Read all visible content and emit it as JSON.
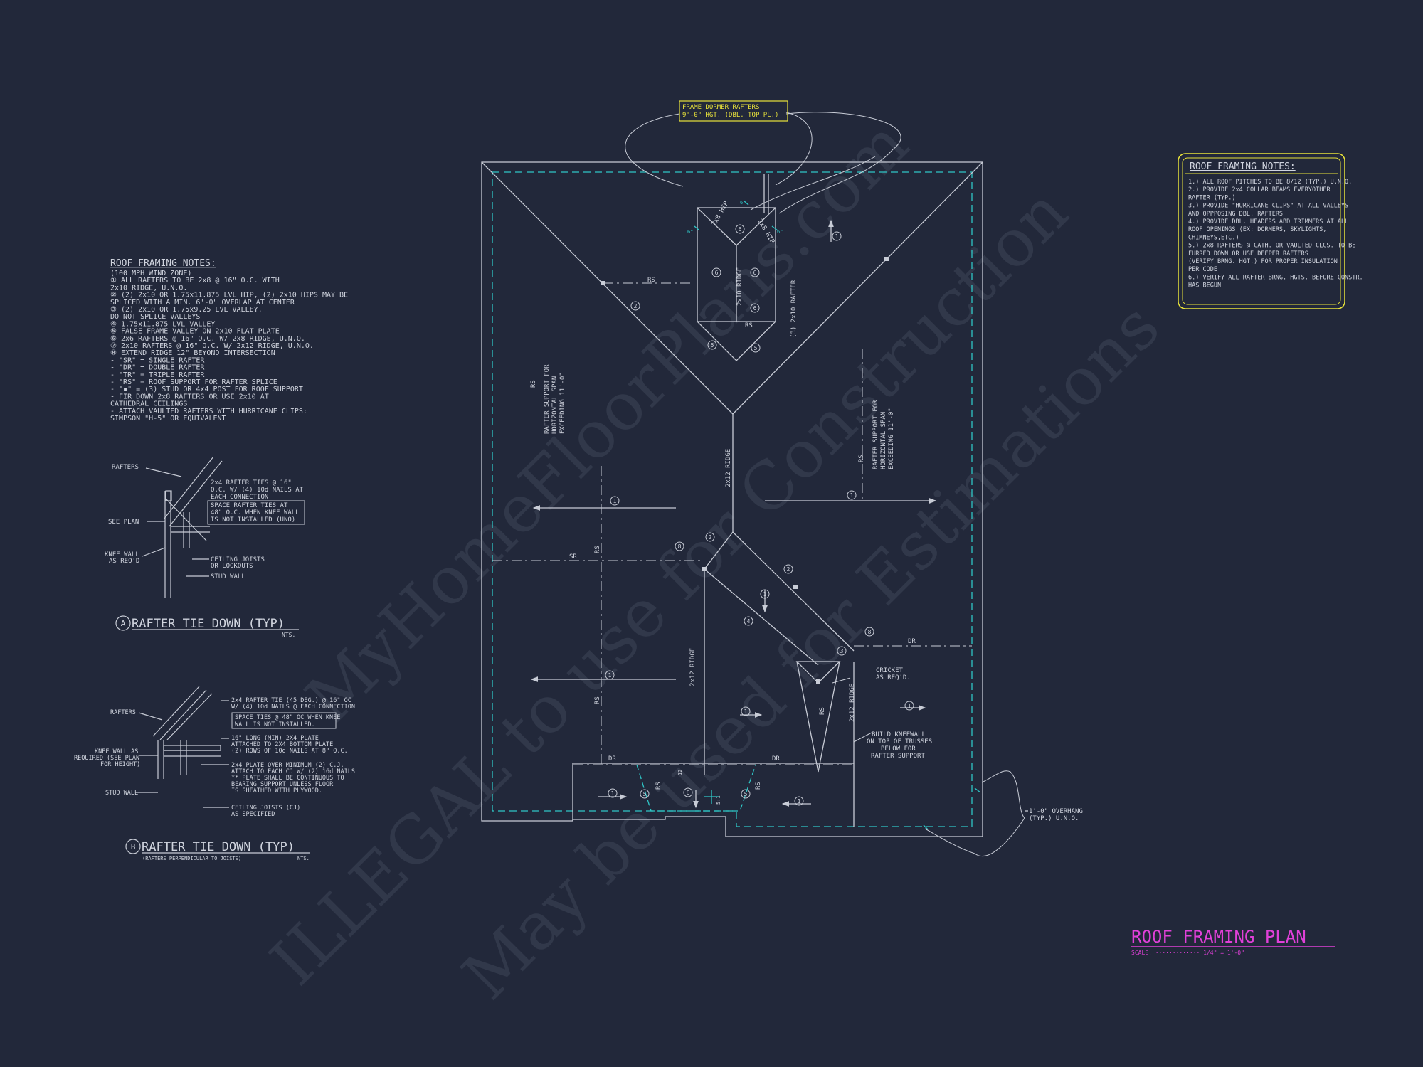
{
  "notes_left": {
    "title": "ROOF FRAMING NOTES:",
    "lines": [
      "(100 MPH WIND ZONE)",
      "① ALL RAFTERS TO BE 2x8 @ 16\" O.C. WITH",
      "   2x10 RIDGE, U.N.O.",
      "② (2) 2x10 OR 1.75x11.875 LVL HIP, (2) 2x10 HIPS MAY BE",
      "   SPLICED WITH A MIN. 6'-0\" OVERLAP AT CENTER",
      "③ (2) 2x10 OR 1.75x9.25 LVL VALLEY.",
      "   DO NOT SPLICE VALLEYS",
      "④ 1.75x11.875 LVL VALLEY",
      "⑤ FALSE FRAME VALLEY ON 2x10 FLAT PLATE",
      "⑥ 2x6 RAFTERS @ 16\" O.C. W/ 2x8 RIDGE, U.N.O.",
      "⑦ 2x10 RAFTERS @ 16\" O.C. W/ 2x12 RIDGE, U.N.O.",
      "⑧ EXTEND RIDGE 12\" BEYOND INTERSECTION",
      "-  \"SR\" = SINGLE RAFTER",
      "-  \"DR\" = DOUBLE RAFTER",
      "-  \"TR\" = TRIPLE RAFTER",
      "-  \"RS\" = ROOF SUPPORT FOR RAFTER SPLICE",
      "-  \"▪\" = (3) STUD OR 4x4 POST FOR ROOF SUPPORT",
      "-  FIR DOWN 2x8 RAFTERS OR USE 2x10 AT",
      "   CATHEDRAL CEILINGS",
      "-  ATTACH VAULTED RAFTERS WITH HURRICANE CLIPS:",
      "   SIMPSON \"H-5\" OR EQUIVALENT"
    ]
  },
  "notes_right": {
    "title": "ROOF FRAMING NOTES:",
    "lines": [
      "1.) ALL ROOF PITCHES TO BE  8/12 (TYP.) U.N.O.",
      "2.) PROVIDE 2x4 COLLAR BEAMS EVERYOTHER",
      "     RAFTER (TYP.)",
      "3.) PROVIDE \"HURRICANE CLIPS\" AT ALL VALLEYS",
      "     AND OPPPOSING DBL. RAFTERS",
      "4.) PROVIDE DBL. HEADERS ABD TRIMMERS AT ALL",
      "     ROOF OPENINGS (EX: DORMERS, SKYLIGHTS,",
      "     CHIMNEYS,ETC.)",
      "5.) 2x8 RAFTERS @ CATH. OR VAULTED CLGS. TO BE",
      "     FURRED DOWN OR USE DEEPER RAFTERS",
      "     (VERIFY BRNG. HGT.) FOR PROPER INSULATION",
      "     PER CODE",
      "6.) VERIFY ALL RAFTER BRNG. HGTS. BEFORE CONSTR.",
      "     HAS BEGUN"
    ]
  },
  "detail_a": {
    "title": "RAFTER TIE DOWN (TYP)",
    "marker": "A",
    "nts": "NTS.",
    "labels": {
      "rafters": "RAFTERS",
      "ties1": "2x4 RAFTER TIES @ 16\"",
      "ties2": "O.C. W/ (4) 10d NAILS AT",
      "ties3": "EACH CONNECTION",
      "space1": "SPACE RAFTER TIES AT",
      "space2": "48\" O.C. WHEN KNEE WALL",
      "space3": "IS NOT INSTALLED (UNO)",
      "see_plan": "SEE PLAN",
      "knee1": "KNEE WALL",
      "knee2": "AS REQ'D",
      "joists1": "CEILING JOISTS",
      "joists2": "OR LOOKOUTS",
      "stud": "STUD WALL"
    }
  },
  "detail_b": {
    "title": "RAFTER TIE DOWN (TYP)",
    "marker": "B",
    "subtitle": "(RAFTERS PERPENDICULAR TO JOISTS)",
    "nts": "NTS.",
    "labels": {
      "rafters": "RAFTERS",
      "ties1": "2x4 RAFTER TIE (45 DEG.) @ 16\" OC",
      "ties2": "W/ (4) 10d NAILS @ EACH CONNECTION",
      "space1": "SPACE TIES @ 48\" OC WHEN KNEE",
      "space2": "WALL IS NOT INSTALLED.",
      "plate1": "16\" LONG (MIN) 2X4 PLATE",
      "plate2": "ATTACHED TO 2X4 BOTTOM PLATE",
      "plate3": "(2) ROWS OF 10d NAILS AT 8\" O.C.",
      "knee1": "KNEE WALL AS",
      "knee2": "REQUIRED (SEE PLAN",
      "knee3": "FOR HEIGHT)",
      "p1": "2x4 PLATE OVER MINIMUM (2) C.J.",
      "p2": "ATTACH TO EACH CJ W/ (2) 16d NAILS",
      "p3": "** PLATE SHALL BE CONTINUOUS TO",
      "p4": "BEARING SUPPORT UNLESS FLOOR",
      "p5": "IS SHEATHED WITH PLYWOOD.",
      "stud": "STUD WALL",
      "cj1": "CEILING JOISTS (CJ)",
      "cj2": "AS SPECIFIED"
    }
  },
  "plan": {
    "dormer_tag1": "FRAME DORMER RAFTERS",
    "dormer_tag2": "9'-0\" HGT. (DBL. TOP PL.)",
    "ridge_2x12": "2x12 RIDGE",
    "ridge_2x10": "2x10 RIDGE",
    "ridge_2x12_b": "2x12 RIDGE",
    "ridge_2x12_c": "2x12 RIDGE",
    "rafter_3": "(3) 2x10 RAFTER",
    "hip_2x8a": "2x8 HIP",
    "hip_2x8b": "2x8 HIP",
    "support_left1": "RAFTER SUPPORT FOR",
    "support_left2": "HORIZONTAL SPAN",
    "support_left3": "EXCEEDING 11'-0\"",
    "support_right1": "RAFTER SUPPORT FOR",
    "support_right2": "HORIZONTAL SPAN",
    "support_right3": "EXCEEDING 11'-0\"",
    "rs": "RS",
    "sr": "SR",
    "dr": "DR",
    "cricket1": "CRICKET",
    "cricket2": "AS REQ'D.",
    "knee1": "BUILD KNEEWALL",
    "knee2": "ON TOP OF TRUSSES",
    "knee3": "BELOW FOR",
    "knee4": "RAFTER SUPPORT",
    "overhang1": "1'-0\" OVERHANG",
    "overhang2": "(TYP.) U.N.O.",
    "six_in": "6\"",
    "n1": "1",
    "n2": "2",
    "n3": "3",
    "n4": "4",
    "n5": "5",
    "n6": "6",
    "n8": "8",
    "pitch": "5:1",
    "r2": "12"
  },
  "title_block": {
    "title": "ROOF FRAMING PLAN",
    "scale": "SCALE: ············· 1/4\" = 1'-0\""
  },
  "watermark": {
    "line1": "MyHomeFloorPlans.com",
    "line2": "ILLEGAL to use for Construction",
    "line3": "May be used for Estimations"
  },
  "colors": {
    "background": "#22283a",
    "line": "#c8ccd6",
    "cyan": "#2fc6c6",
    "yellow": "#e8e23a",
    "magenta": "#e040d8",
    "watermark": "#3a4152"
  }
}
